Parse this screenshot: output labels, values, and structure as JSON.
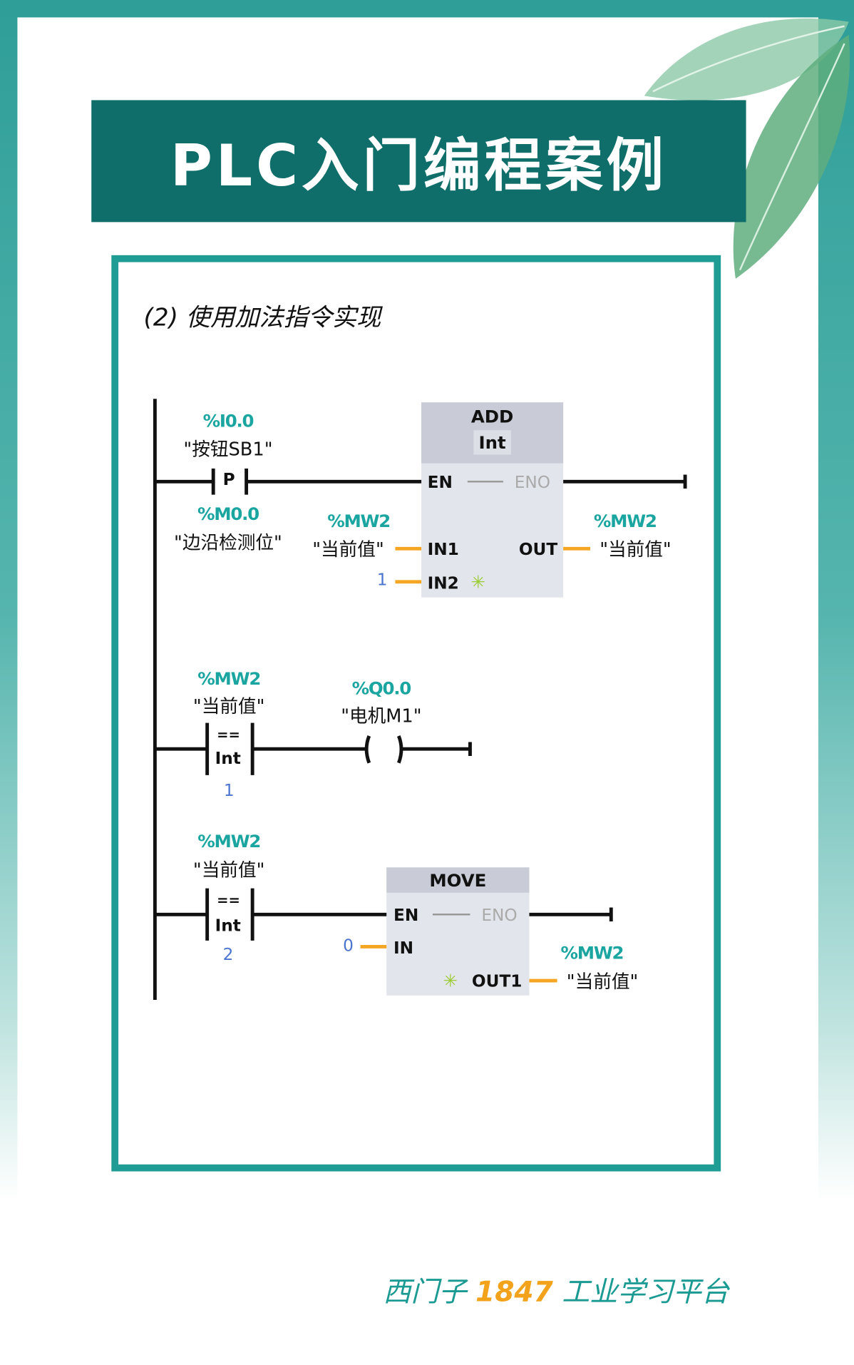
{
  "title": "PLC入门编程案例",
  "subtitle": "(2) 使用加法指令实现",
  "rung1": {
    "contact_addr": "%I0.0",
    "contact_sym": "\"按钮SB1\"",
    "contact_type": "P",
    "edge_addr": "%M0.0",
    "edge_sym": "\"边沿检测位\"",
    "block": {
      "name": "ADD",
      "type": "Int",
      "en": "EN",
      "eno": "ENO",
      "in1": "IN1",
      "in2": "IN2",
      "out": "OUT"
    },
    "in1_addr": "%MW2",
    "in1_sym": "\"当前值\"",
    "in2_value": "1",
    "out_addr": "%MW2",
    "out_sym": "\"当前值\""
  },
  "rung2": {
    "cmp_addr": "%MW2",
    "cmp_sym": "\"当前值\"",
    "cmp_op": "==",
    "cmp_type": "Int",
    "cmp_value": "1",
    "coil_addr": "%Q0.0",
    "coil_sym": "\"电机M1\""
  },
  "rung3": {
    "cmp_addr": "%MW2",
    "cmp_sym": "\"当前值\"",
    "cmp_op": "==",
    "cmp_type": "Int",
    "cmp_value": "2",
    "block": {
      "name": "MOVE",
      "en": "EN",
      "eno": "ENO",
      "in": "IN",
      "out1": "OUT1"
    },
    "in_value": "0",
    "out_addr": "%MW2",
    "out_sym": "\"当前值\""
  },
  "footer": {
    "left": "西门子",
    "number": "1847",
    "right": "工业学习平台"
  },
  "colors": {
    "teal": "#0f6e69",
    "frame": "#1f9c93",
    "address": "#1aa5a0",
    "wire": "#f5a623"
  }
}
